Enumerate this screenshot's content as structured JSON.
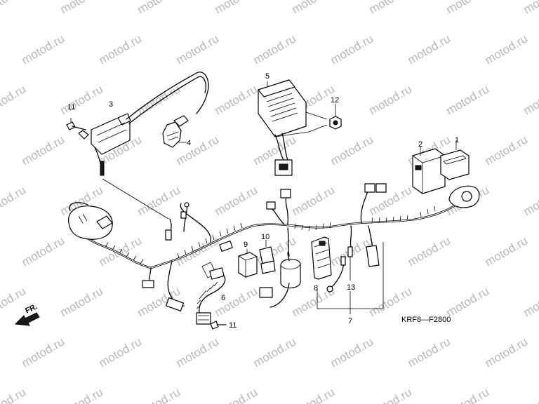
{
  "watermark": {
    "text": "motod.ru",
    "color": "#b9b9b9"
  },
  "figure_code": "KRF8—F2800",
  "direction_label": "FR.",
  "callouts": {
    "c1": "1",
    "c2": "2",
    "c3": "3",
    "c4": "4",
    "c5": "5",
    "c6": "6",
    "c7": "7",
    "c8": "8",
    "c9": "9",
    "c10": "10",
    "c11a": "11",
    "c11b": "11",
    "c12": "12",
    "c13": "13"
  }
}
